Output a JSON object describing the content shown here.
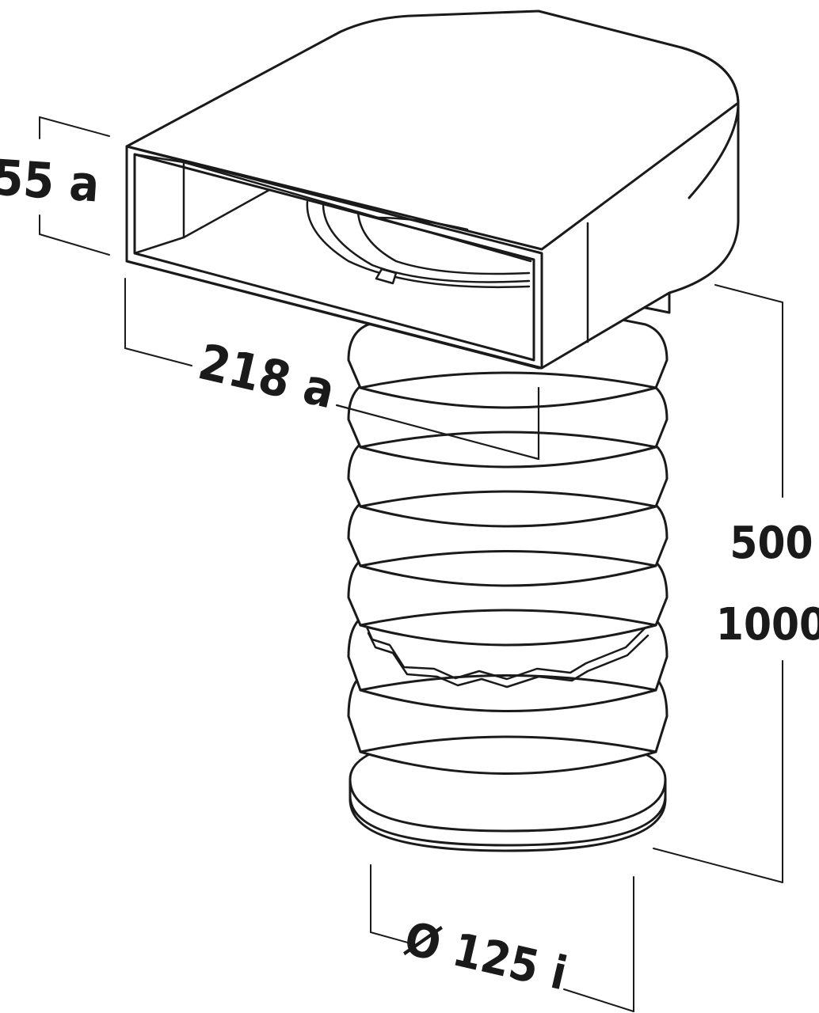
{
  "dimensions": {
    "height_label": "55 a",
    "width_label": "218 a",
    "length_label_short": "500",
    "length_label_long": "1000",
    "diameter_label": "Ø 125 i"
  },
  "colors": {
    "line": "#1a1a1a",
    "fill": "#ffffff"
  }
}
